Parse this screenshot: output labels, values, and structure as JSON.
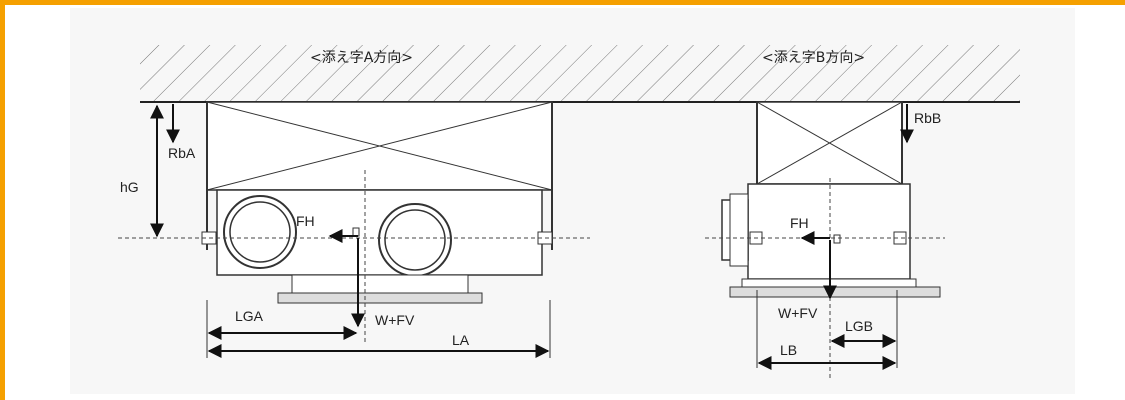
{
  "diagram": {
    "view_a_title": "<添え字A方向>",
    "view_b_title": "<添え字B方向>",
    "labels": {
      "RbA": "RbA",
      "hG": "hG",
      "FH_a": "FH",
      "LGA": "LGA",
      "W_FV_a": "W+FV",
      "LA": "LA",
      "RbB": "RbB",
      "FH_b": "FH",
      "W_FV_b": "W+FV",
      "LGB": "LGB",
      "LB": "LB"
    },
    "colors": {
      "border": "#f5a000",
      "panel": "#f7f7f7",
      "line": "#222222"
    }
  }
}
